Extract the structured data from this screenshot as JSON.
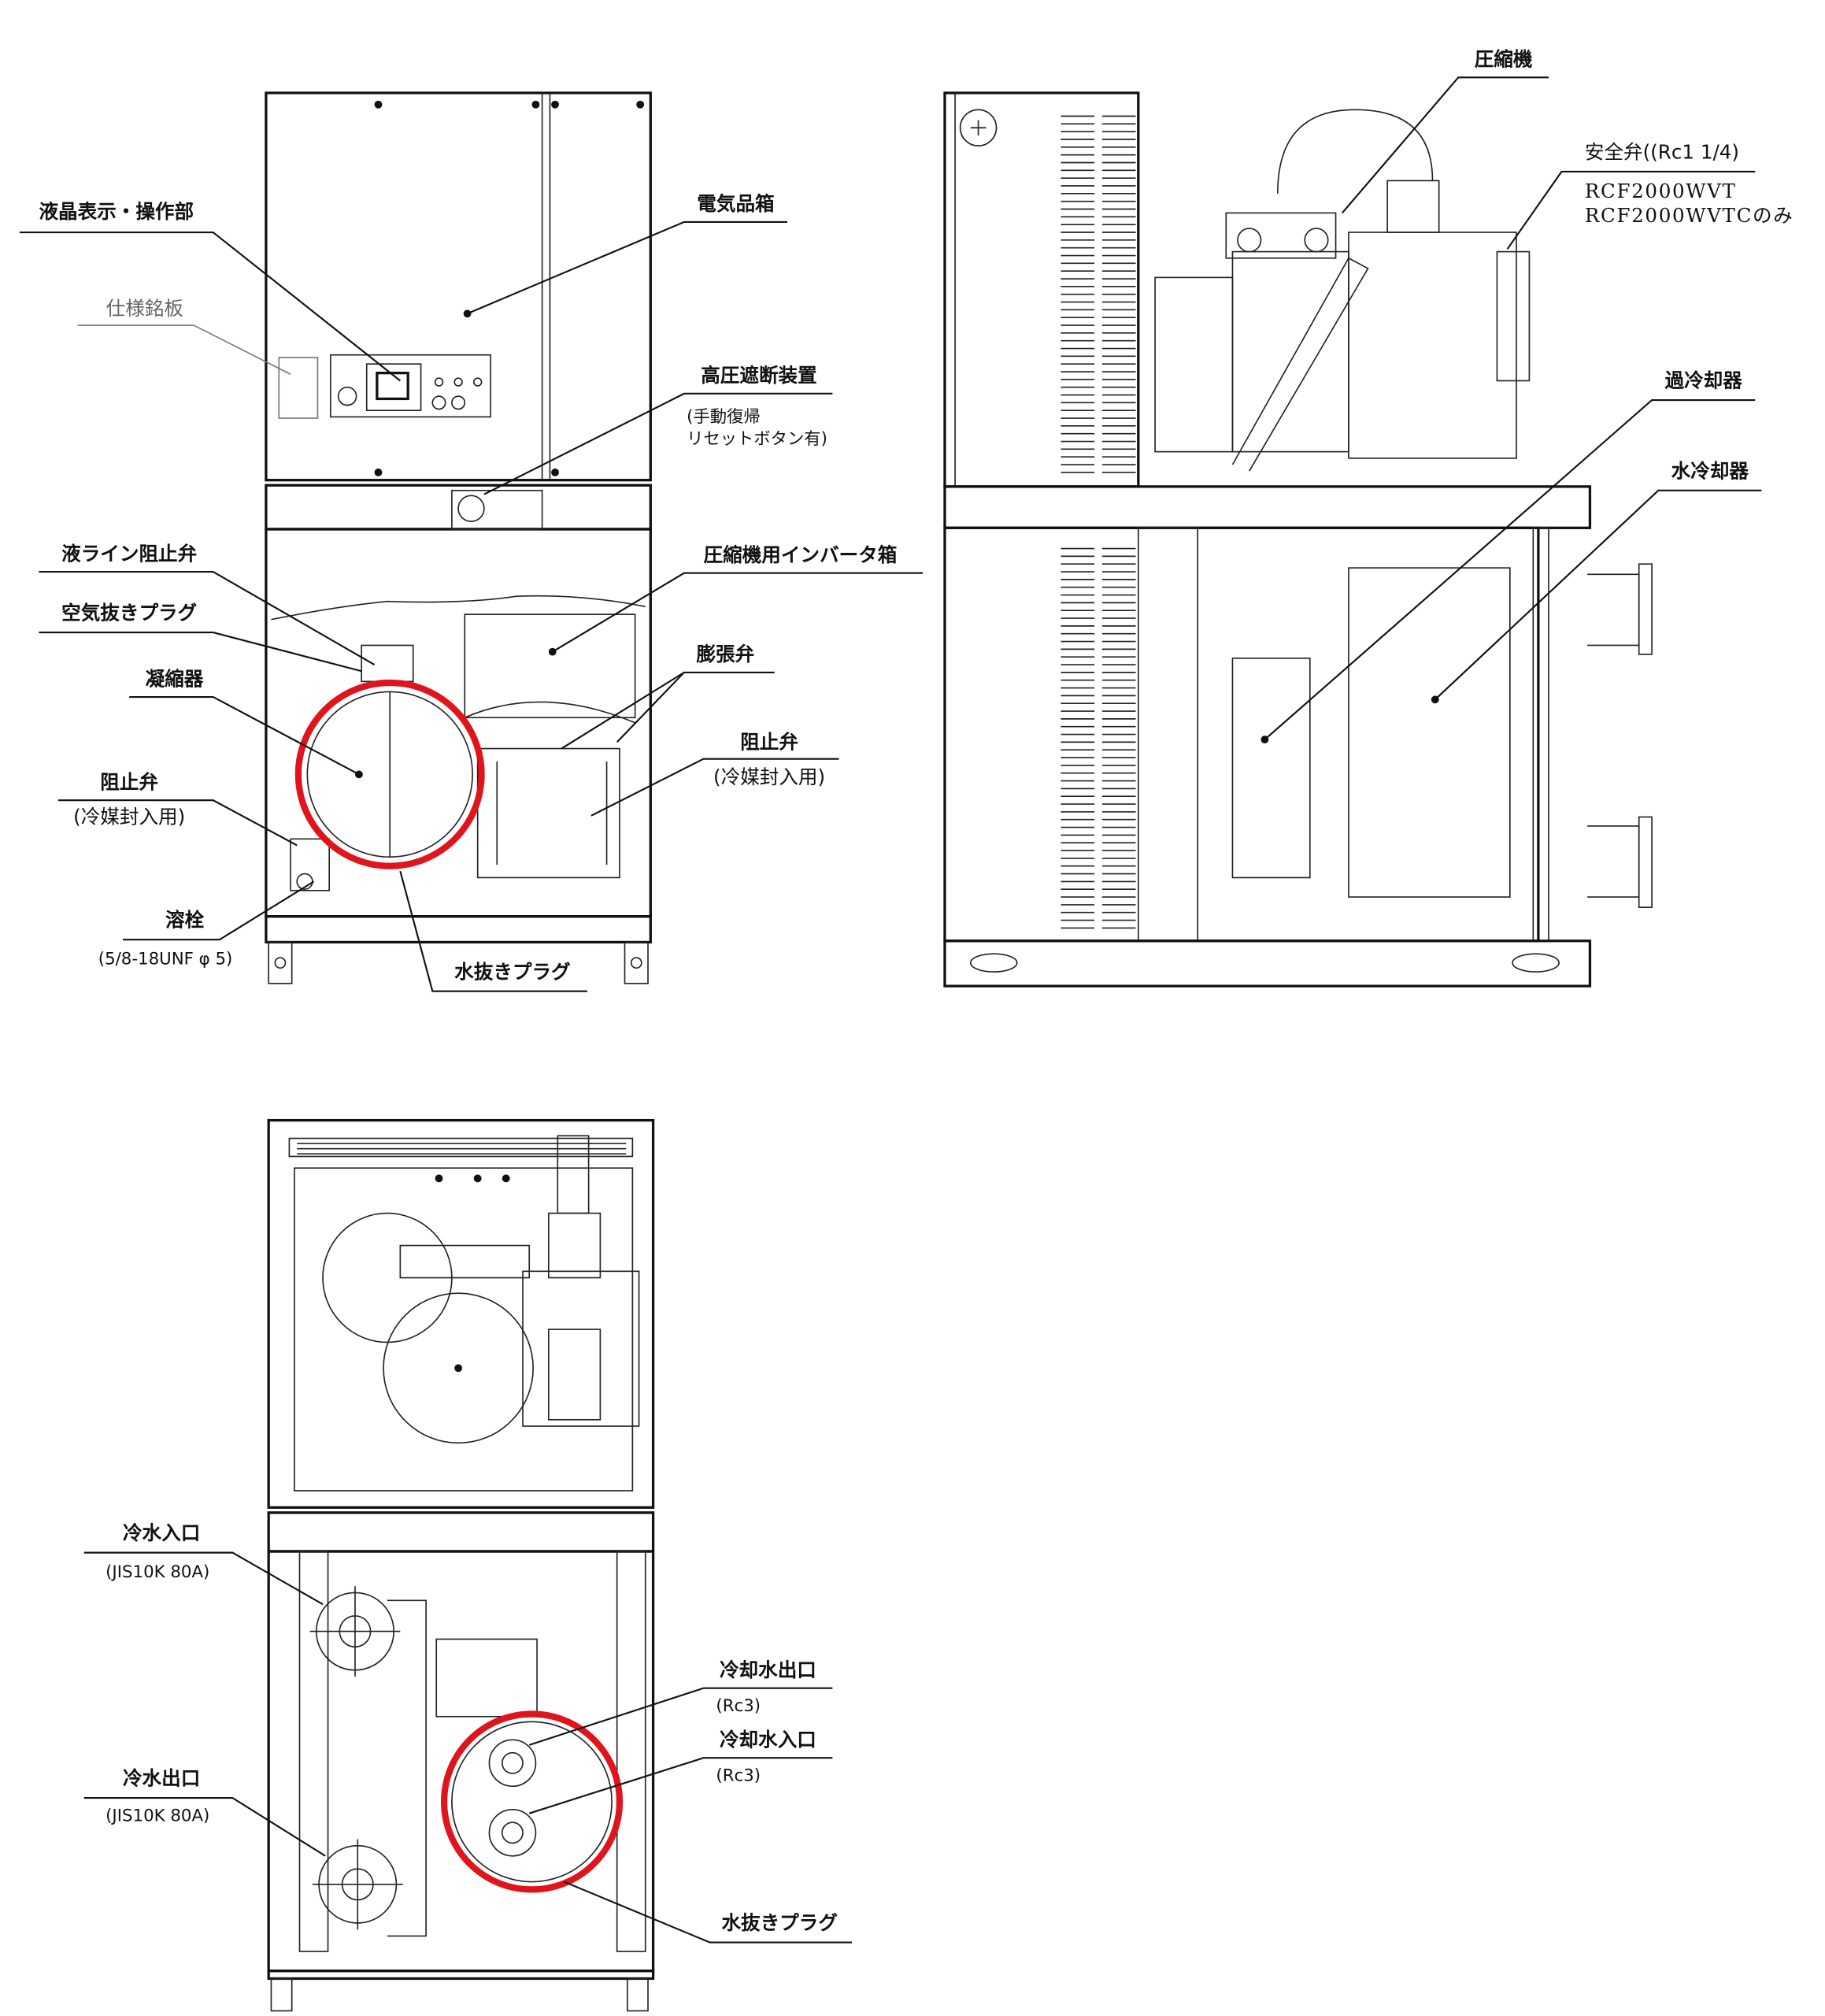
{
  "front_view": {
    "lcd_panel": "液晶表示・操作部",
    "nameplate": "仕様銘板",
    "electrical_box": "電気品箱",
    "hp_cutout": "高圧遮断装置",
    "hp_cutout_note1": "(手動復帰",
    "hp_cutout_note2": "リセットボタン有)",
    "liquid_line_valve": "液ライン阻止弁",
    "inverter_box": "圧縮機用インバータ箱",
    "air_vent_plug": "空気抜きプラグ",
    "condenser": "凝縮器",
    "expansion_valve": "膨張弁",
    "stop_valve_right": "阻止弁",
    "stop_valve_right_note": "(冷媒封入用)",
    "stop_valve_left": "阻止弁",
    "stop_valve_left_note": "(冷媒封入用)",
    "fusible_plug": "溶栓",
    "fusible_plug_spec": "(5/8-18UNF φ 5)",
    "drain_plug": "水抜きプラグ"
  },
  "side_view": {
    "compressor": "圧縮機",
    "safety_valve": "安全弁((Rc1 1/4)",
    "model_1": "RCF2000WVT",
    "model_2": "RCF2000WVTCのみ",
    "subcooler": "過冷却器",
    "water_cooler": "水冷却器"
  },
  "rear_view": {
    "chilled_water_inlet": "冷水入口",
    "chilled_water_inlet_spec": "(JIS10K 80A)",
    "chilled_water_outlet": "冷水出口",
    "chilled_water_outlet_spec": "(JIS10K 80A)",
    "cooling_water_outlet": "冷却水出口",
    "cooling_water_outlet_spec": "(Rc3)",
    "cooling_water_inlet": "冷却水入口",
    "cooling_water_inlet_spec": "(Rc3)",
    "drain_plug": "水抜きプラグ"
  },
  "colors": {
    "highlight": "#e0141c",
    "line": "#111111"
  }
}
